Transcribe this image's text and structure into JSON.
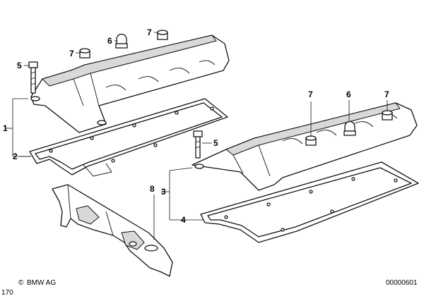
{
  "diagram": {
    "brand_text": "BMW AG",
    "copyright_symbol": "©",
    "diagram_number": "00000601",
    "corner_text": "170",
    "callouts": {
      "left_assembly": "1",
      "left_gasket": "2",
      "right_assembly": "3",
      "right_gasket": "4",
      "bolt_left": "5",
      "bolt_right": "5",
      "cap_nut_left": "6",
      "cap_nut_right": "6",
      "nut_left_a": "7",
      "nut_left_b": "7",
      "nut_right_a": "7",
      "nut_right_b": "7",
      "cover_plate": "8"
    }
  }
}
